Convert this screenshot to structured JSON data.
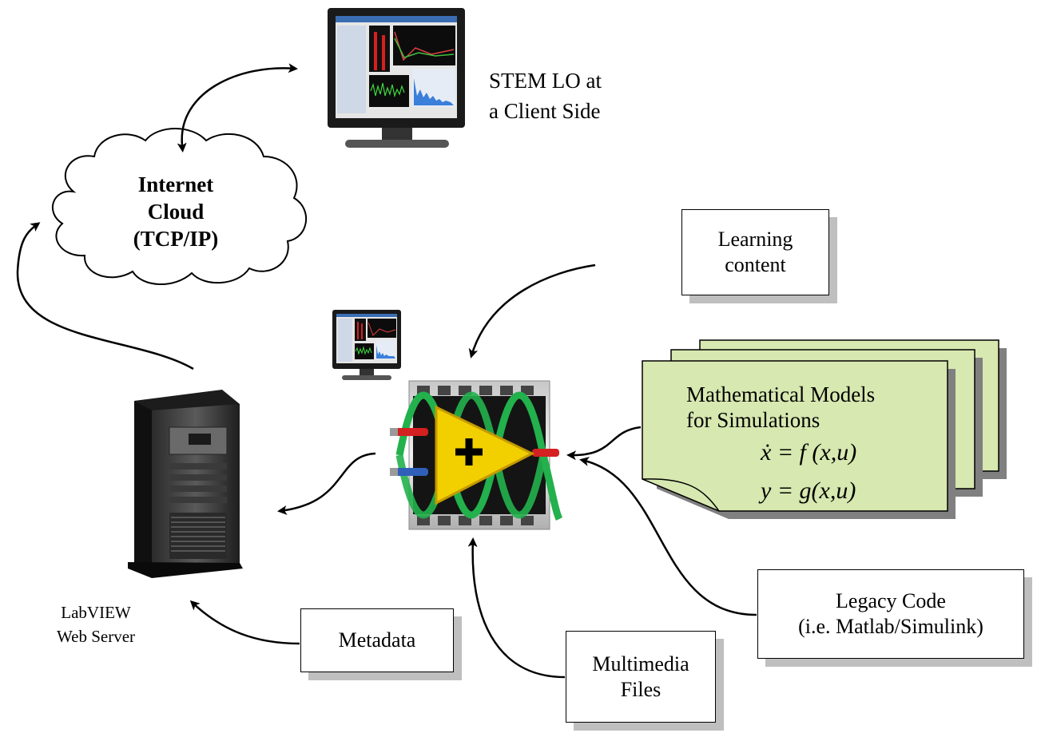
{
  "client": {
    "line1": "STEM LO at",
    "line2": "a Client Side"
  },
  "cloud": {
    "line1": "Internet",
    "line2": "Cloud",
    "line3": "(TCP/IP)"
  },
  "server": {
    "line1": "LabVIEW",
    "line2": "Web Server"
  },
  "learning_content": {
    "line1": "Learning",
    "line2": "content"
  },
  "models": {
    "line1": "Mathematical Models",
    "line2": "for Simulations",
    "eq1": "ẋ = f (x,u)",
    "eq2": "y = g(x,u)"
  },
  "legacy": {
    "line1": "Legacy Code",
    "line2": "(i.e. Matlab/Simulink)"
  },
  "metadata": {
    "label": "Metadata"
  },
  "multimedia": {
    "line1": "Multimedia",
    "line2": "Files"
  },
  "colors": {
    "note_fill": "#d7e8b0",
    "shadow": "#808080",
    "box_shadow": "#bfbfbf",
    "labview_yellow": "#f2d000",
    "wave_green": "#22b14c"
  },
  "icons": [
    "monitor-icon",
    "cloud-icon",
    "server-tower-icon",
    "labview-logo-icon",
    "document-stack-icon"
  ]
}
